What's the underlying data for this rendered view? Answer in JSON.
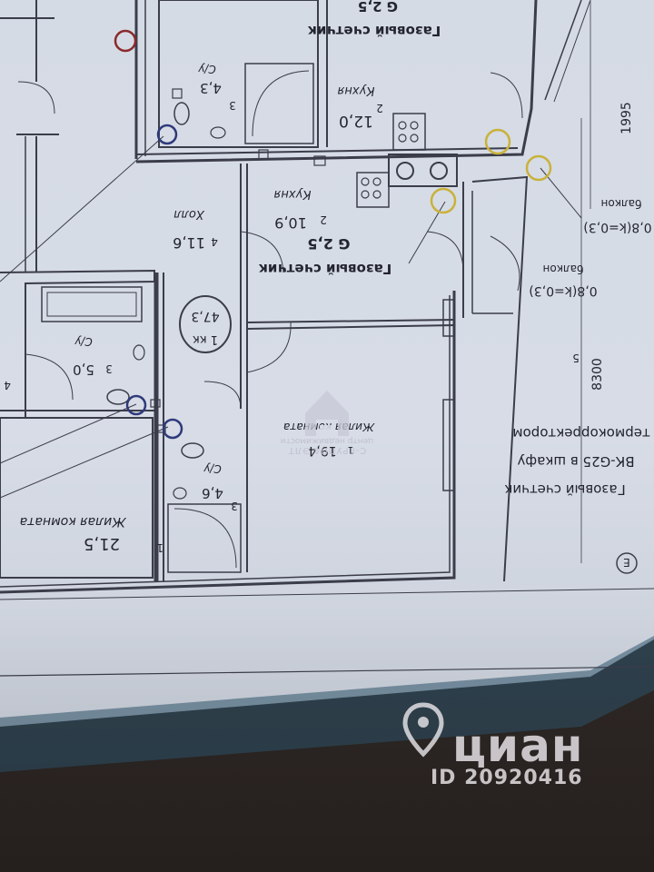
{
  "plan": {
    "rooms": [
      {
        "number": "1",
        "name": "Жилая комната",
        "area": "21,5"
      },
      {
        "number": "1",
        "name": "Жилая комната",
        "area": "19,4"
      },
      {
        "number": "2",
        "name": "Кухня",
        "area": "12,0"
      },
      {
        "number": "2",
        "name": "Кухня",
        "area": "10,9"
      },
      {
        "number": "3",
        "name": "С/у",
        "area": "4,3"
      },
      {
        "number": "3",
        "name": "С/у",
        "area": "5,0"
      },
      {
        "number": "3",
        "name": "С/у",
        "area": "4,6"
      },
      {
        "number": "4",
        "name": "Холл",
        "area": "11,6"
      }
    ],
    "apartment_badge": {
      "rooms": "1 кк",
      "area": "47,3"
    },
    "gas_meter_label": "Газовый счетчик",
    "gas_meter_label_top": "Газовый счетчик",
    "gas_meter_code": "G 2,5",
    "gas_meter_code_top": "G 2,5",
    "balcony_label": "балкон",
    "balcony_label_2": "балкон",
    "balcony_coef_1": "0,8(k=0,3)",
    "balcony_coef_2": "0,8(k=0,3)",
    "dim_1995": "1995",
    "dim_8300": "8300",
    "grid_axis": "Е",
    "index_5": "5",
    "index_4": "4",
    "note_line_1": "Газовый счетчик",
    "note_line_2": "ВК-G25 в шкафу",
    "note_line_3": "термокорректором",
    "note_text": "",
    "marker_color_blue": "#2f3a7a",
    "marker_color_red": "#8a2a2a",
    "marker_color_yellow": "#c9b23c"
  },
  "watermarks": {
    "cian": "циан",
    "cian_id": "ID 20920416",
    "agency_name": "С-ГРУППА ЭЛТ",
    "agency_sub": "центр недвижимости"
  }
}
